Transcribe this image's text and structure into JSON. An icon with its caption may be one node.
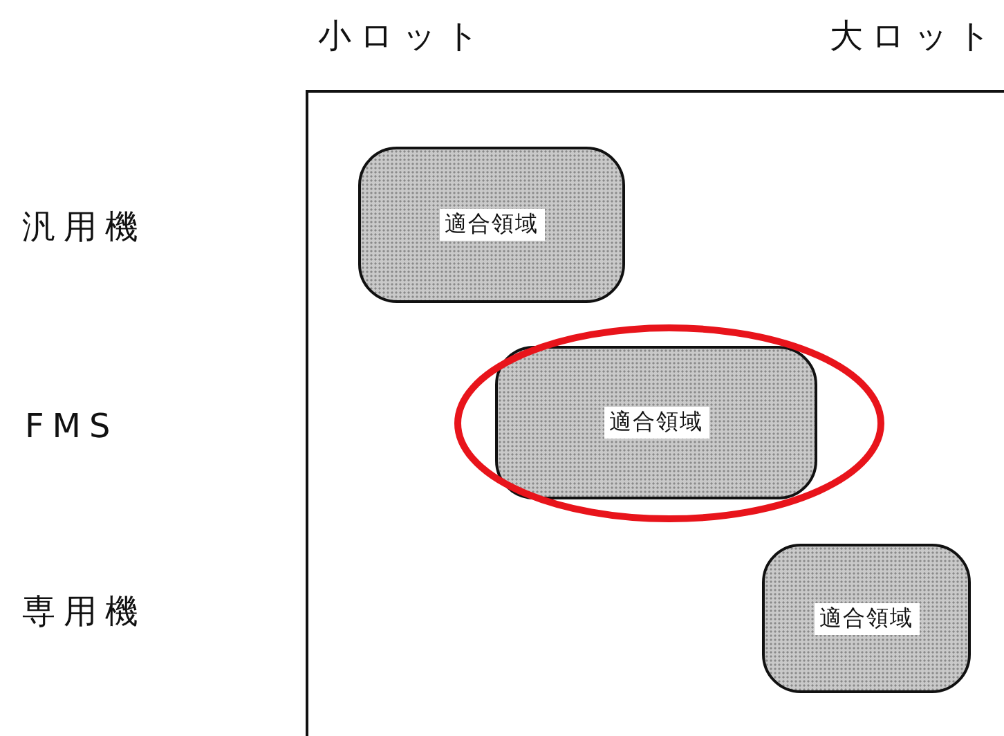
{
  "diagram": {
    "nodes": [
      {
        "text": [
          "適合領域"
        ]
      },
      {
        "text": [
          "適合領域"
        ]
      },
      {
        "text": [
          "適合領域"
        ]
      }
    ],
    "labels": [
      "小ロット",
      "大ロット",
      "汎用機",
      "FMS",
      "専用機"
    ]
  }
}
